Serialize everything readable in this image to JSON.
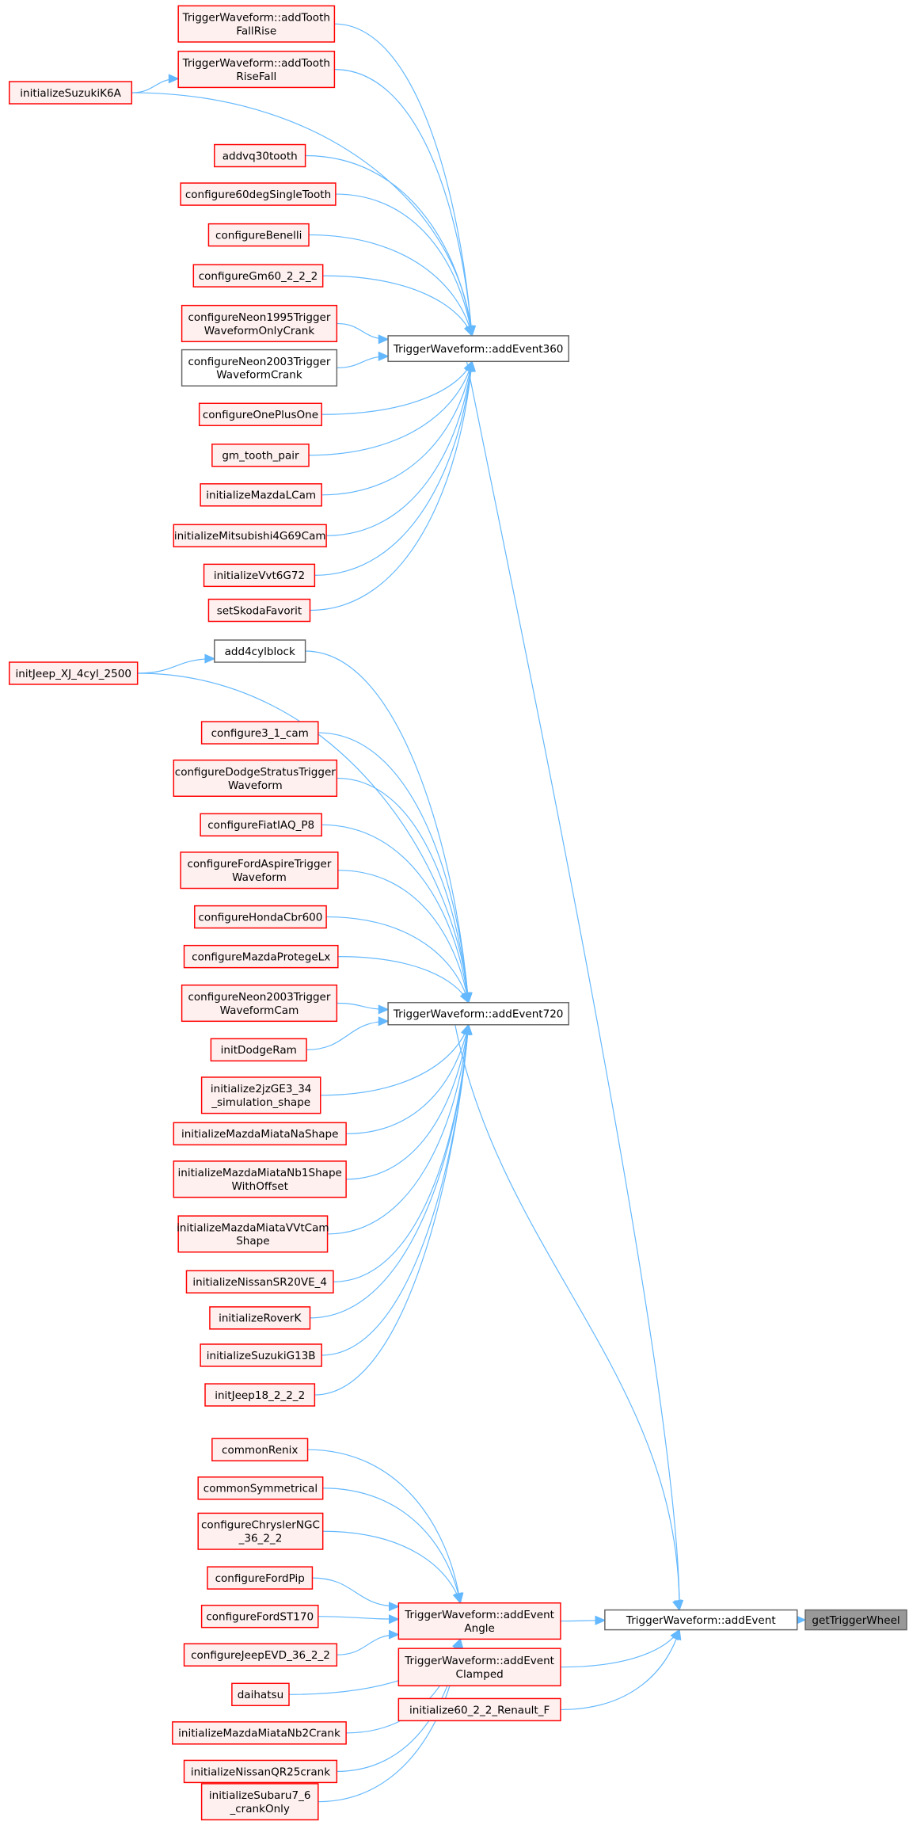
{
  "graph": {
    "colors": {
      "edge": "#63b8ff",
      "caller_border": "#ff0000",
      "caller_fill": "#fff0f0",
      "plain_border": "#666666",
      "current_fill": "#999999"
    },
    "nodes": [
      {
        "id": "fallrise",
        "lines": [
          "TriggerWaveform::addTooth",
          "FallRise"
        ],
        "style": "red"
      },
      {
        "id": "risefall",
        "lines": [
          "TriggerWaveform::addTooth",
          "RiseFall"
        ],
        "style": "red"
      },
      {
        "id": "suzukik6a",
        "lines": [
          "initializeSuzukiK6A"
        ],
        "style": "red"
      },
      {
        "id": "addvq30",
        "lines": [
          "addvq30tooth"
        ],
        "style": "red"
      },
      {
        "id": "c60deg",
        "lines": [
          "configure60degSingleTooth"
        ],
        "style": "red"
      },
      {
        "id": "benelli",
        "lines": [
          "configureBenelli"
        ],
        "style": "red"
      },
      {
        "id": "gm60",
        "lines": [
          "configureGm60_2_2_2"
        ],
        "style": "red"
      },
      {
        "id": "neon1995",
        "lines": [
          "configureNeon1995Trigger",
          "WaveformOnlyCrank"
        ],
        "style": "red"
      },
      {
        "id": "neon2003crank",
        "lines": [
          "configureNeon2003Trigger",
          "WaveformCrank"
        ],
        "style": "gray"
      },
      {
        "id": "oneplusone",
        "lines": [
          "configureOnePlusOne"
        ],
        "style": "red"
      },
      {
        "id": "gmtooth",
        "lines": [
          "gm_tooth_pair"
        ],
        "style": "red"
      },
      {
        "id": "mazdalcam",
        "lines": [
          "initializeMazdaLCam"
        ],
        "style": "red"
      },
      {
        "id": "mitsu",
        "lines": [
          "initializeMitsubishi4G69Cam"
        ],
        "style": "red"
      },
      {
        "id": "vvt6g72",
        "lines": [
          "initializeVvt6G72"
        ],
        "style": "red"
      },
      {
        "id": "skoda",
        "lines": [
          "setSkodaFavorit"
        ],
        "style": "red"
      },
      {
        "id": "add4cyl",
        "lines": [
          "add4cylblock"
        ],
        "style": "gray"
      },
      {
        "id": "jeepxj",
        "lines": [
          "initJeep_XJ_4cyl_2500"
        ],
        "style": "red"
      },
      {
        "id": "c31cam",
        "lines": [
          "configure3_1_cam"
        ],
        "style": "red"
      },
      {
        "id": "dodgestratus",
        "lines": [
          "configureDodgeStratusTrigger",
          "Waveform"
        ],
        "style": "red"
      },
      {
        "id": "fiat",
        "lines": [
          "configureFiatIAQ_P8"
        ],
        "style": "red"
      },
      {
        "id": "fordaspire",
        "lines": [
          "configureFordAspireTrigger",
          "Waveform"
        ],
        "style": "red"
      },
      {
        "id": "honda",
        "lines": [
          "configureHondaCbr600"
        ],
        "style": "red"
      },
      {
        "id": "protege",
        "lines": [
          "configureMazdaProtegeLx"
        ],
        "style": "red"
      },
      {
        "id": "neon2003cam",
        "lines": [
          "configureNeon2003Trigger",
          "WaveformCam"
        ],
        "style": "red"
      },
      {
        "id": "dodgeram",
        "lines": [
          "initDodgeRam"
        ],
        "style": "red"
      },
      {
        "id": "jz",
        "lines": [
          "initialize2jzGE3_34",
          "_simulation_shape"
        ],
        "style": "red"
      },
      {
        "id": "miatana",
        "lines": [
          "initializeMazdaMiataNaShape"
        ],
        "style": "red"
      },
      {
        "id": "miatanb1",
        "lines": [
          "initializeMazdaMiataNb1Shape",
          "WithOffset"
        ],
        "style": "red"
      },
      {
        "id": "miatavvt",
        "lines": [
          "initializeMazdaMiataVVtCam",
          "Shape"
        ],
        "style": "red"
      },
      {
        "id": "sr20",
        "lines": [
          "initializeNissanSR20VE_4"
        ],
        "style": "red"
      },
      {
        "id": "roverk",
        "lines": [
          "initializeRoverK"
        ],
        "style": "red"
      },
      {
        "id": "g13b",
        "lines": [
          "initializeSuzukiG13B"
        ],
        "style": "red"
      },
      {
        "id": "jeep18",
        "lines": [
          "initJeep18_2_2_2"
        ],
        "style": "red"
      },
      {
        "id": "renix",
        "lines": [
          "commonRenix"
        ],
        "style": "red"
      },
      {
        "id": "symm",
        "lines": [
          "commonSymmetrical"
        ],
        "style": "red"
      },
      {
        "id": "chrysler",
        "lines": [
          "configureChryslerNGC",
          "_36_2_2"
        ],
        "style": "red"
      },
      {
        "id": "fordpip",
        "lines": [
          "configureFordPip"
        ],
        "style": "red"
      },
      {
        "id": "fordst",
        "lines": [
          "configureFordST170"
        ],
        "style": "red"
      },
      {
        "id": "jeepevd",
        "lines": [
          "configureJeepEVD_36_2_2"
        ],
        "style": "red"
      },
      {
        "id": "daihatsu",
        "lines": [
          "daihatsu"
        ],
        "style": "red"
      },
      {
        "id": "miatanb2",
        "lines": [
          "initializeMazdaMiataNb2Crank"
        ],
        "style": "red"
      },
      {
        "id": "qr25",
        "lines": [
          "initializeNissanQR25crank"
        ],
        "style": "red"
      },
      {
        "id": "subaru",
        "lines": [
          "initializeSubaru7_6",
          "_crankOnly"
        ],
        "style": "red"
      },
      {
        "id": "ev360",
        "lines": [
          "TriggerWaveform::addEvent360"
        ],
        "style": "gray"
      },
      {
        "id": "ev720",
        "lines": [
          "TriggerWaveform::addEvent720"
        ],
        "style": "gray"
      },
      {
        "id": "evangle",
        "lines": [
          "TriggerWaveform::addEvent",
          "Angle"
        ],
        "style": "red"
      },
      {
        "id": "evclamped",
        "lines": [
          "TriggerWaveform::addEvent",
          "Clamped"
        ],
        "style": "red"
      },
      {
        "id": "renault",
        "lines": [
          "initialize60_2_2_Renault_F"
        ],
        "style": "red"
      },
      {
        "id": "addevent",
        "lines": [
          "TriggerWaveform::addEvent"
        ],
        "style": "gray"
      },
      {
        "id": "gettw",
        "lines": [
          "getTriggerWheel"
        ],
        "style": "current"
      }
    ],
    "edges": [
      [
        "fallrise",
        "ev360"
      ],
      [
        "risefall",
        "ev360"
      ],
      [
        "suzukik6a",
        "risefall"
      ],
      [
        "suzukik6a",
        "ev360"
      ],
      [
        "addvq30",
        "ev360"
      ],
      [
        "c60deg",
        "ev360"
      ],
      [
        "benelli",
        "ev360"
      ],
      [
        "gm60",
        "ev360"
      ],
      [
        "neon1995",
        "ev360"
      ],
      [
        "neon2003crank",
        "ev360"
      ],
      [
        "oneplusone",
        "ev360"
      ],
      [
        "gmtooth",
        "ev360"
      ],
      [
        "mazdalcam",
        "ev360"
      ],
      [
        "mitsu",
        "ev360"
      ],
      [
        "vvt6g72",
        "ev360"
      ],
      [
        "skoda",
        "ev360"
      ],
      [
        "add4cyl",
        "ev720"
      ],
      [
        "jeepxj",
        "add4cyl"
      ],
      [
        "jeepxj",
        "ev720"
      ],
      [
        "c31cam",
        "ev720"
      ],
      [
        "dodgestratus",
        "ev720"
      ],
      [
        "fiat",
        "ev720"
      ],
      [
        "fordaspire",
        "ev720"
      ],
      [
        "honda",
        "ev720"
      ],
      [
        "protege",
        "ev720"
      ],
      [
        "neon2003cam",
        "ev720"
      ],
      [
        "dodgeram",
        "ev720"
      ],
      [
        "jz",
        "ev720"
      ],
      [
        "miatana",
        "ev720"
      ],
      [
        "miatanb1",
        "ev720"
      ],
      [
        "miatavvt",
        "ev720"
      ],
      [
        "sr20",
        "ev720"
      ],
      [
        "roverk",
        "ev720"
      ],
      [
        "g13b",
        "ev720"
      ],
      [
        "jeep18",
        "ev720"
      ],
      [
        "renix",
        "evangle"
      ],
      [
        "symm",
        "evangle"
      ],
      [
        "chrysler",
        "evangle"
      ],
      [
        "fordpip",
        "evangle"
      ],
      [
        "fordst",
        "evangle"
      ],
      [
        "jeepevd",
        "evangle"
      ],
      [
        "daihatsu",
        "evangle"
      ],
      [
        "miatanb2",
        "evangle"
      ],
      [
        "qr25",
        "evangle"
      ],
      [
        "subaru",
        "evangle"
      ],
      [
        "ev360",
        "addevent"
      ],
      [
        "ev720",
        "addevent"
      ],
      [
        "evangle",
        "addevent"
      ],
      [
        "evclamped",
        "addevent"
      ],
      [
        "renault",
        "addevent"
      ],
      [
        "addevent",
        "gettw"
      ]
    ]
  }
}
